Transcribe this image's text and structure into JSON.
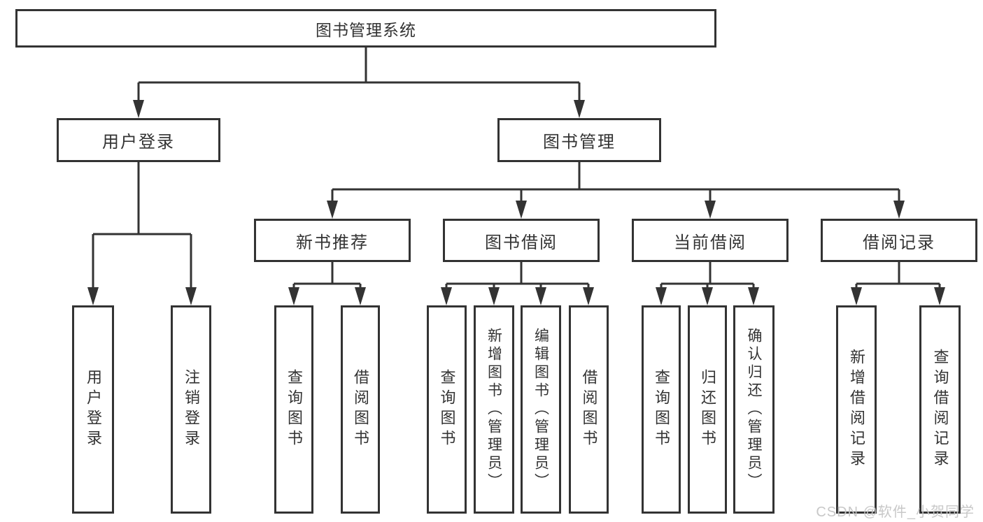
{
  "nodes": {
    "root": "图书管理系统",
    "level1": [
      "用户登录",
      "图书管理"
    ],
    "level2": [
      "新书推荐",
      "图书借阅",
      "当前借阅",
      "借阅记录"
    ],
    "leaves": {
      "login": [
        "用户登录",
        "注销登录"
      ],
      "new_book": [
        "查询图书",
        "借阅图书"
      ],
      "book_borrow": [
        "查询图书",
        "新增图书（管理员）",
        "编辑图书（管理员）",
        "借阅图书"
      ],
      "current_borrow": [
        "查询图书",
        "归还图书",
        "确认归还（管理员）"
      ],
      "borrow_records": [
        "新增借阅记录",
        "查询借阅记录"
      ]
    }
  },
  "watermark": "CSDN @软件_小贺同学",
  "colors": {
    "line": "#333333",
    "text": "#333333",
    "box_background": "#ffffff",
    "watermark": "#c5c5c5"
  }
}
